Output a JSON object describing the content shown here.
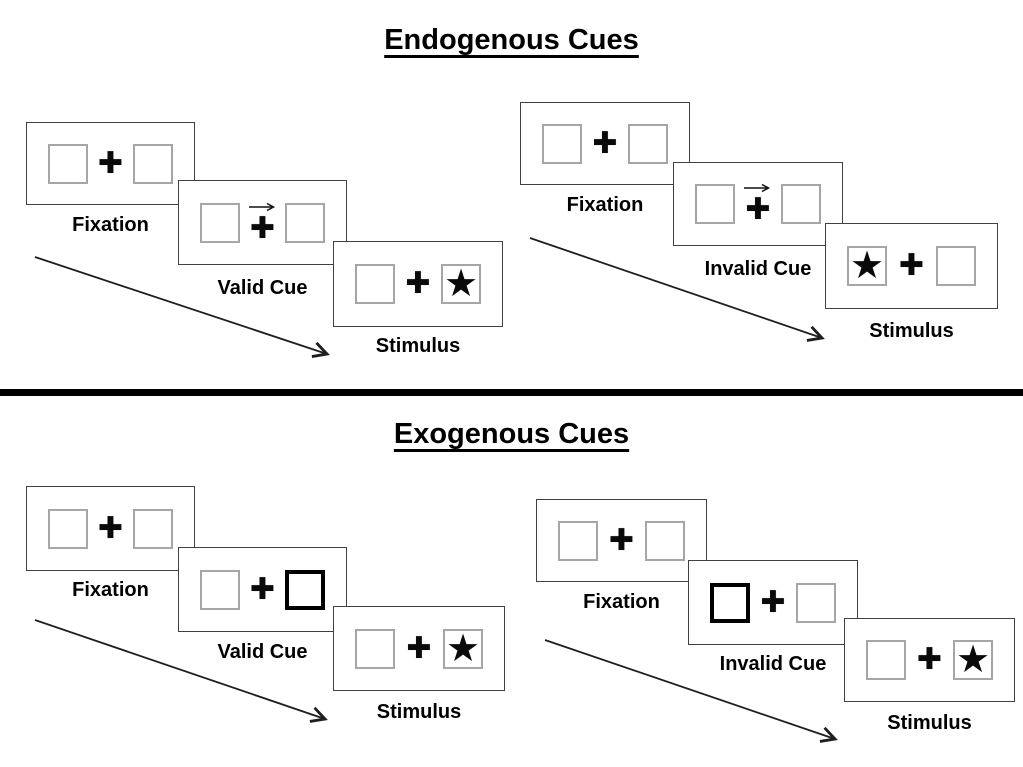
{
  "diagram": {
    "kind": "posner-cueing-paradigm",
    "glyphs": {
      "plus": "✚",
      "star": "★"
    },
    "colors": {
      "background": "#ffffff",
      "text": "#000000",
      "panel_border": "#404040",
      "square_border": "#a6a6a6",
      "cue_square_border": "#000000",
      "arrow": "#1f1f1f",
      "divider": "#000000"
    },
    "sections": [
      {
        "id": "endogenous",
        "title": "Endogenous Cues",
        "sequences": [
          {
            "id": "valid",
            "cue_type": "central-arrow-right",
            "stimulus_side": "right",
            "panels": [
              {
                "label": "Fixation"
              },
              {
                "label": "Valid Cue"
              },
              {
                "label": "Stimulus"
              }
            ]
          },
          {
            "id": "invalid",
            "cue_type": "central-arrow-right",
            "stimulus_side": "left",
            "panels": [
              {
                "label": "Fixation"
              },
              {
                "label": "Invalid Cue"
              },
              {
                "label": "Stimulus"
              }
            ]
          }
        ]
      },
      {
        "id": "exogenous",
        "title": "Exogenous Cues",
        "sequences": [
          {
            "id": "valid",
            "cue_type": "peripheral-box-right",
            "stimulus_side": "right",
            "panels": [
              {
                "label": "Fixation"
              },
              {
                "label": "Valid Cue"
              },
              {
                "label": "Stimulus"
              }
            ]
          },
          {
            "id": "invalid",
            "cue_type": "peripheral-box-left",
            "stimulus_side": "right",
            "panels": [
              {
                "label": "Fixation"
              },
              {
                "label": "Invalid Cue"
              },
              {
                "label": "Stimulus"
              }
            ]
          }
        ]
      }
    ]
  }
}
